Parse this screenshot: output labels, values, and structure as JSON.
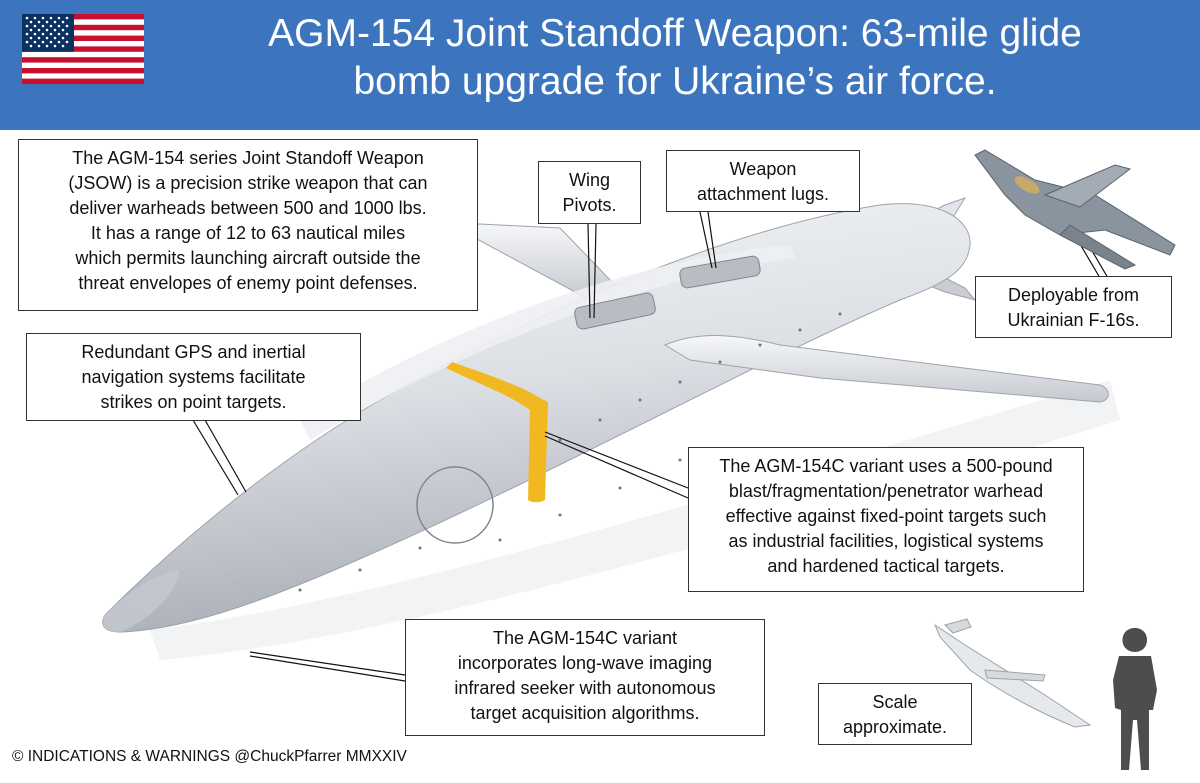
{
  "header": {
    "title_line1": "AGM-154 Joint Standoff Weapon: 63-mile glide",
    "title_line2": "bomb upgrade for Ukraine’s air force."
  },
  "callouts": {
    "intro": [
      "The AGM-154 series Joint Standoff Weapon",
      "(JSOW) is a precision strike weapon that can",
      "deliver warheads between 500 and 1000 lbs.",
      "It has a range of 12 to 63 nautical miles",
      "which permits launching aircraft outside the",
      "threat envelopes of enemy point defenses."
    ],
    "wing_pivots": [
      "Wing",
      "Pivots."
    ],
    "attachment_lugs": [
      "Weapon",
      "attachment lugs."
    ],
    "deployable": [
      "Deployable from",
      "Ukrainian F-16s."
    ],
    "navigation": [
      "Redundant GPS and inertial",
      "navigation systems  facilitate",
      "strikes on point targets."
    ],
    "warhead": [
      "The AGM-154C variant uses a 500-pound",
      "blast/fragmentation/penetrator warhead",
      "effective against fixed-point targets such",
      "as industrial facilities, logistical systems",
      "and hardened tactical targets."
    ],
    "seeker": [
      "The AGM-154C variant",
      "incorporates long-wave imaging",
      "infrared seeker with autonomous",
      "target acquisition algorithms."
    ],
    "scale": [
      "Scale",
      "approximate."
    ]
  },
  "footer": "© INDICATIONS & WARNINGS @ChuckPfarrer MMXXIV",
  "icons": [
    "us-flag-icon",
    "jsow-bomb-illustration",
    "f16-jet-icon",
    "soldier-silhouette-icon"
  ],
  "colors": {
    "header_blue": "#3c74be",
    "yellow_band": "#f2b822",
    "body_gray": "#d9dde2"
  }
}
